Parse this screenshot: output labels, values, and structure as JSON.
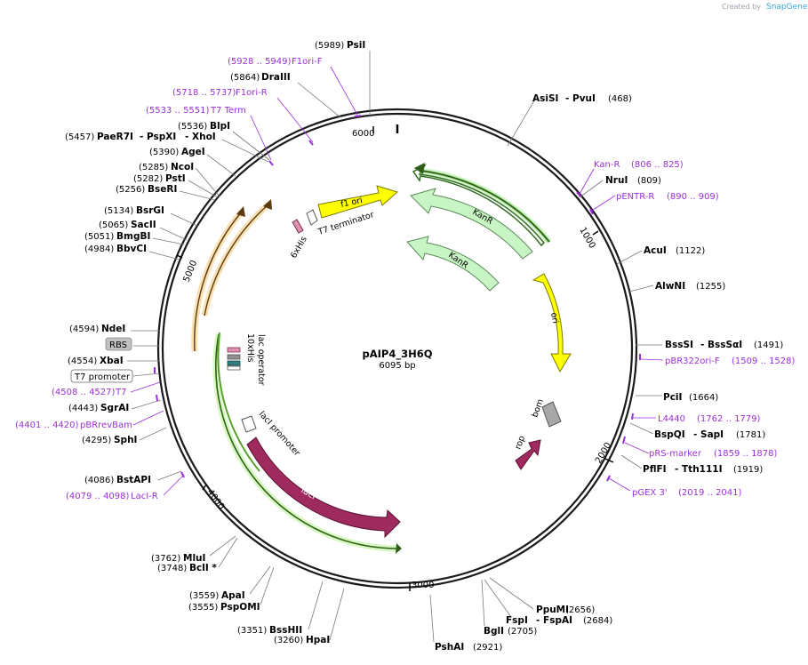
{
  "plasmid": {
    "name": "pAIP4_3H6Q",
    "size_label": "6095 bp",
    "length": 6095
  },
  "credit": {
    "prefix": "Created by",
    "brand": "SnapGene"
  },
  "ticks": [
    "1000",
    "2000",
    "3000",
    "4000",
    "5000",
    "6000"
  ],
  "features": {
    "f1ori": "f1 ori",
    "t7term": "T7 terminator",
    "his6": "6xHis",
    "kanr1": "KanR",
    "kanr2": "KanR",
    "ori": "ori",
    "bom": "bom",
    "rop": "rop",
    "laci": "lacI",
    "laci_promoter": "lacI promoter",
    "lac_operator": "lac operator",
    "his10": "10xHis",
    "rbs": "RBS",
    "t7promoter": "T7 promoter"
  },
  "sites_right": {
    "asisi": {
      "pos": "(468)",
      "name": "AsiSI",
      "name2": "PvuI"
    },
    "kanr": {
      "name": "Kan-R",
      "range": "(806 .. 825)"
    },
    "nrui": {
      "name": "NruI",
      "pos": "(809)"
    },
    "pentr": {
      "name": "pENTR-R",
      "range": "(890 .. 909)"
    },
    "acui": {
      "name": "AcuI",
      "pos": "(1122)"
    },
    "alwni": {
      "name": "AlwNI",
      "pos": "(1255)"
    },
    "bsssi": {
      "name": "BssSI",
      "name2": "BssSαI",
      "pos": "(1491)"
    },
    "pbr322": {
      "name": "pBR322ori-F",
      "range": "(1509 .. 1528)"
    },
    "pcii": {
      "name": "PciI",
      "pos": "(1664)"
    },
    "l4440": {
      "name": "L4440",
      "range": "(1762 .. 1779)"
    },
    "bspqi": {
      "name": "BspQI",
      "name2": "SapI",
      "pos": "(1781)"
    },
    "prs": {
      "name": "pRS-marker",
      "range": "(1859 .. 1878)"
    },
    "pflfi": {
      "name": "PflFI",
      "name2": "Tth111I",
      "pos": "(1919)"
    },
    "pgex": {
      "name": "pGEX 3'",
      "range": "(2019 .. 2041)"
    },
    "ppumi": {
      "name": "PpuMI",
      "pos": "(2656)"
    },
    "fspi": {
      "name": "FspI",
      "name2": "FspAI",
      "pos": "(2684)"
    },
    "bgli": {
      "name": "BglI",
      "pos": "(2705)"
    },
    "pshai": {
      "name": "PshAI",
      "pos": "(2921)"
    }
  },
  "sites_left": {
    "psii": {
      "pos": "(5989)",
      "name": "PsiI"
    },
    "f1orif": {
      "range": "(5928 .. 5949)",
      "name": "F1ori-F"
    },
    "draiii": {
      "pos": "(5864)",
      "name": "DraIII"
    },
    "f1orir": {
      "range": "(5718 .. 5737)",
      "name": "F1ori-R"
    },
    "t7term": {
      "range": "(5533 .. 5551)",
      "name": "T7 Term"
    },
    "blpi": {
      "pos": "(5536)",
      "name": "BlpI"
    },
    "paer7i": {
      "pos": "(5457)",
      "name": "PaeR7I",
      "name2": "PspXI",
      "name3": "XhoI"
    },
    "agei": {
      "pos": "(5390)",
      "name": "AgeI"
    },
    "ncoi": {
      "pos": "(5285)",
      "name": "NcoI"
    },
    "psti": {
      "pos": "(5282)",
      "name": "PstI"
    },
    "bseri": {
      "pos": "(5256)",
      "name": "BseRI"
    },
    "bsrgi": {
      "pos": "(5134)",
      "name": "BsrGI"
    },
    "sacii": {
      "pos": "(5065)",
      "name": "SacII"
    },
    "bmgbi": {
      "pos": "(5051)",
      "name": "BmgBI"
    },
    "bbvci": {
      "pos": "(4984)",
      "name": "BbvCI"
    },
    "ndei": {
      "pos": "(4594)",
      "name": "NdeI"
    },
    "xbai": {
      "pos": "(4554)",
      "name": "XbaI"
    },
    "t7": {
      "range": "(4508 .. 4527)",
      "name": "T7"
    },
    "sgrai": {
      "pos": "(4443)",
      "name": "SgrAI"
    },
    "pbrrev": {
      "range": "(4401 .. 4420)",
      "name": "pBRrevBam"
    },
    "sphi": {
      "pos": "(4295)",
      "name": "SphI"
    },
    "bstapi": {
      "pos": "(4086)",
      "name": "BstAPI"
    },
    "lacir": {
      "range": "(4079 .. 4098)",
      "name": "LacI-R"
    },
    "mlui": {
      "pos": "(3762)",
      "name": "MluI"
    },
    "bcli": {
      "pos": "(3748)",
      "name": "BclI *"
    },
    "apai": {
      "pos": "(3559)",
      "name": "ApaI"
    },
    "pspomi": {
      "pos": "(3555)",
      "name": "PspOMI"
    },
    "bsshii": {
      "pos": "(3351)",
      "name": "BssHII"
    },
    "hpai": {
      "pos": "(3260)",
      "name": "HpaI"
    }
  },
  "colors": {
    "backbone": "#1a1a1a",
    "primer": "#9b30d9",
    "kanr": "#c8f5c4",
    "ori": "#ffff00",
    "f1ori": "#ffff00",
    "laci": "#9e2a5e",
    "rop": "#9e2a5e",
    "bom": "#a8a8a8",
    "orf_green": "#5aa02c",
    "orf_orange": "#e8a030"
  }
}
